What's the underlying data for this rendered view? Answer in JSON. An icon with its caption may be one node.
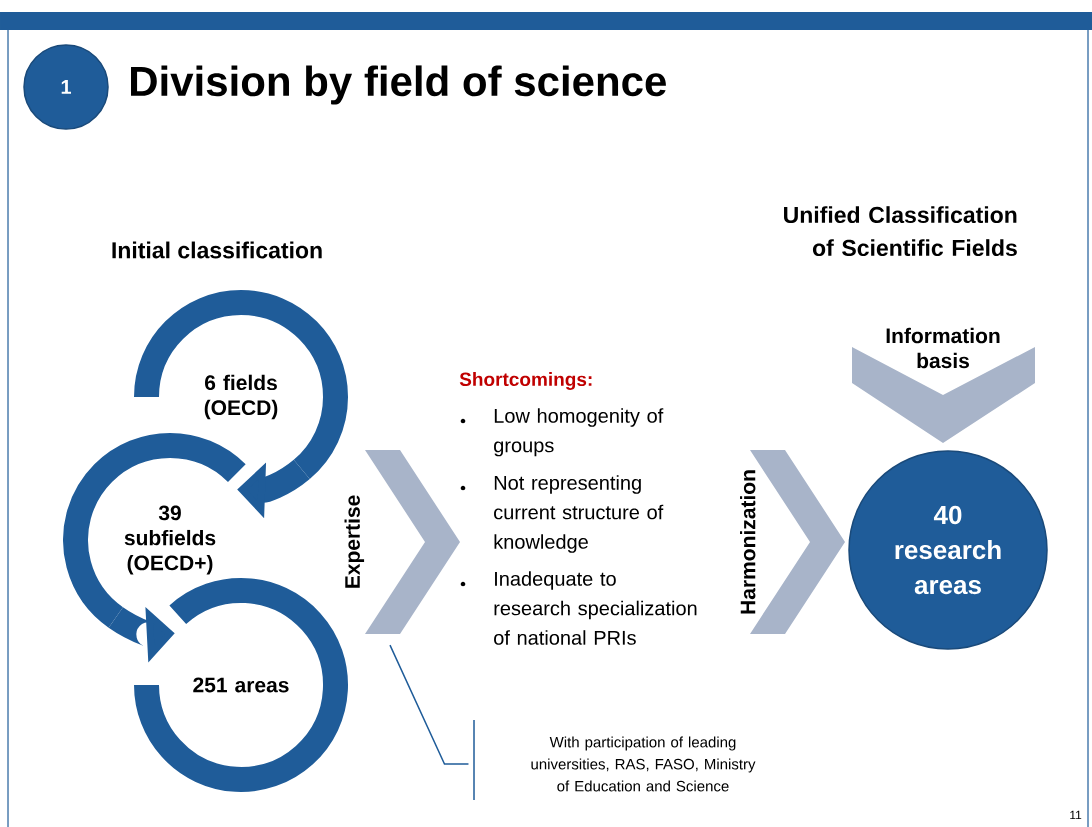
{
  "diagram": {
    "title": "Division by field of science",
    "nodes": [
      {
        "text": [
          "1"
        ]
      },
      {
        "text": [
          "6 fields (OECD)"
        ]
      },
      {
        "text": [
          "39 subfields (OECD+)"
        ]
      },
      {
        "text": [
          "251 areas"
        ]
      },
      {
        "text": [
          "Expertise"
        ]
      },
      {
        "text": [
          "Harmonization"
        ]
      },
      {
        "text": [
          "Information basis"
        ]
      },
      {
        "text": [
          "40 research areas"
        ]
      },
      {
        "text": [
          "With participation of leading universities, RAS, FASO, Ministry of Education and Science"
        ]
      }
    ],
    "edges": [
      {
        "from": 1,
        "to": 2,
        "arrow": "to"
      },
      {
        "from": 2,
        "to": 3,
        "arrow": "to"
      },
      {
        "from": 8,
        "to": 4,
        "arrow": "none"
      }
    ],
    "labels": [
      "Initial classification",
      "Unified Classification of Scientific Fields",
      "Shortcomings:",
      "Low homogenity of groups",
      "Not representing current structure of knowledge",
      "Inadequate to research specialization of national PRIs",
      "11"
    ]
  }
}
